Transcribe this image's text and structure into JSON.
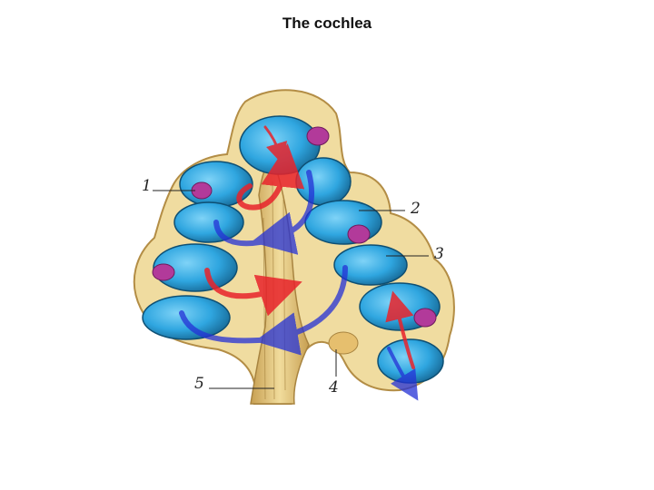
{
  "slide": {
    "title": "The cochlea"
  },
  "labels": [
    {
      "id": "1",
      "text": "1"
    },
    {
      "id": "2",
      "text": "2"
    },
    {
      "id": "3",
      "text": "3"
    },
    {
      "id": "4",
      "text": "4"
    },
    {
      "id": "5",
      "text": "5"
    }
  ],
  "colors": {
    "background": "#ffffff",
    "bone": "#e9d48e",
    "bone_shadow": "#c9a85a",
    "duct_blue": "#2fa6e0",
    "duct_dark": "#13638f",
    "organ_purple": "#b23a9a",
    "arrow_red": "#e8232b",
    "arrow_blue": "#2431d6"
  }
}
